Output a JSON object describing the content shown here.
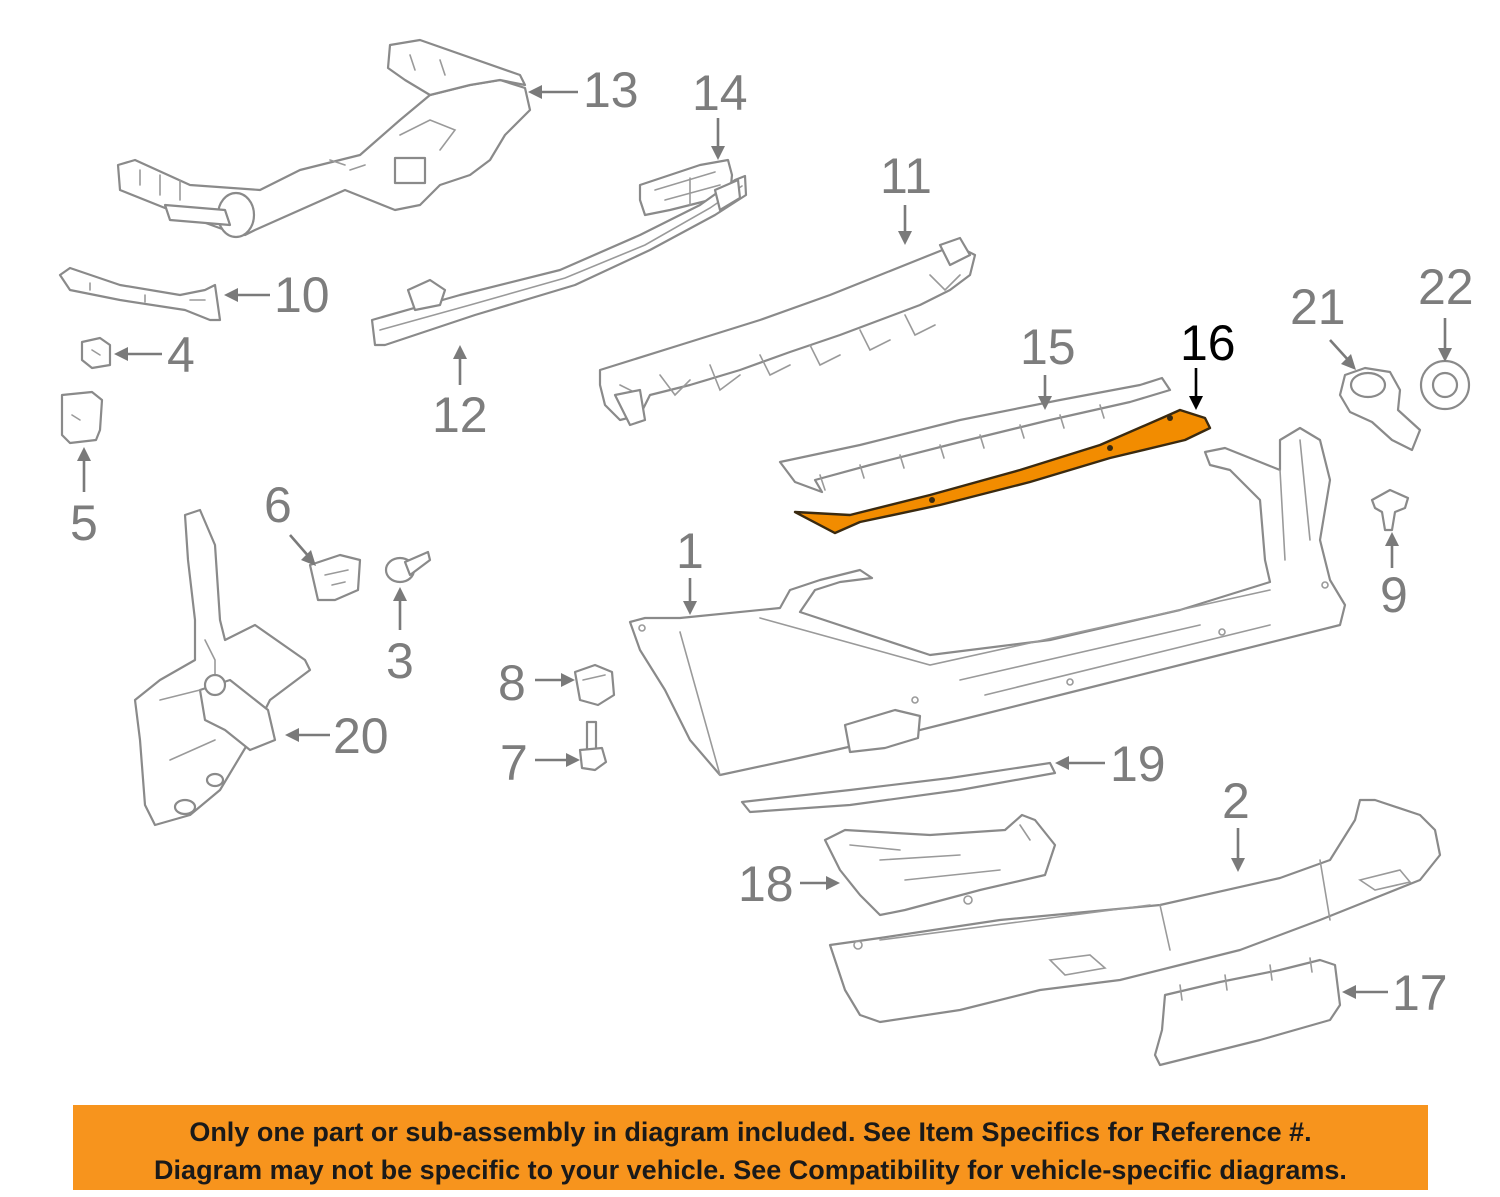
{
  "callouts": [
    {
      "id": "1",
      "label": "1",
      "highlight": false
    },
    {
      "id": "2",
      "label": "2",
      "highlight": false
    },
    {
      "id": "3",
      "label": "3",
      "highlight": false
    },
    {
      "id": "4",
      "label": "4",
      "highlight": false
    },
    {
      "id": "5",
      "label": "5",
      "highlight": false
    },
    {
      "id": "6",
      "label": "6",
      "highlight": false
    },
    {
      "id": "7",
      "label": "7",
      "highlight": false
    },
    {
      "id": "8",
      "label": "8",
      "highlight": false
    },
    {
      "id": "9",
      "label": "9",
      "highlight": false
    },
    {
      "id": "10",
      "label": "10",
      "highlight": false
    },
    {
      "id": "11",
      "label": "11",
      "highlight": false
    },
    {
      "id": "12",
      "label": "12",
      "highlight": false
    },
    {
      "id": "13",
      "label": "13",
      "highlight": false
    },
    {
      "id": "14",
      "label": "14",
      "highlight": false
    },
    {
      "id": "15",
      "label": "15",
      "highlight": false
    },
    {
      "id": "16",
      "label": "16",
      "highlight": true
    },
    {
      "id": "17",
      "label": "17",
      "highlight": false
    },
    {
      "id": "18",
      "label": "18",
      "highlight": false
    },
    {
      "id": "19",
      "label": "19",
      "highlight": false
    },
    {
      "id": "20",
      "label": "20",
      "highlight": false
    },
    {
      "id": "21",
      "label": "21",
      "highlight": false
    },
    {
      "id": "22",
      "label": "22",
      "highlight": false
    }
  ],
  "colors": {
    "highlight_part": "#f28c00",
    "banner_background": "#f7941d",
    "line_art": "#8a8a8a"
  },
  "banner": {
    "line1": "Only one part or sub-assembly in diagram included. See Item Specifics for Reference #.",
    "line2": "Diagram may not be specific to your vehicle. See Compatibility for vehicle-specific diagrams."
  }
}
